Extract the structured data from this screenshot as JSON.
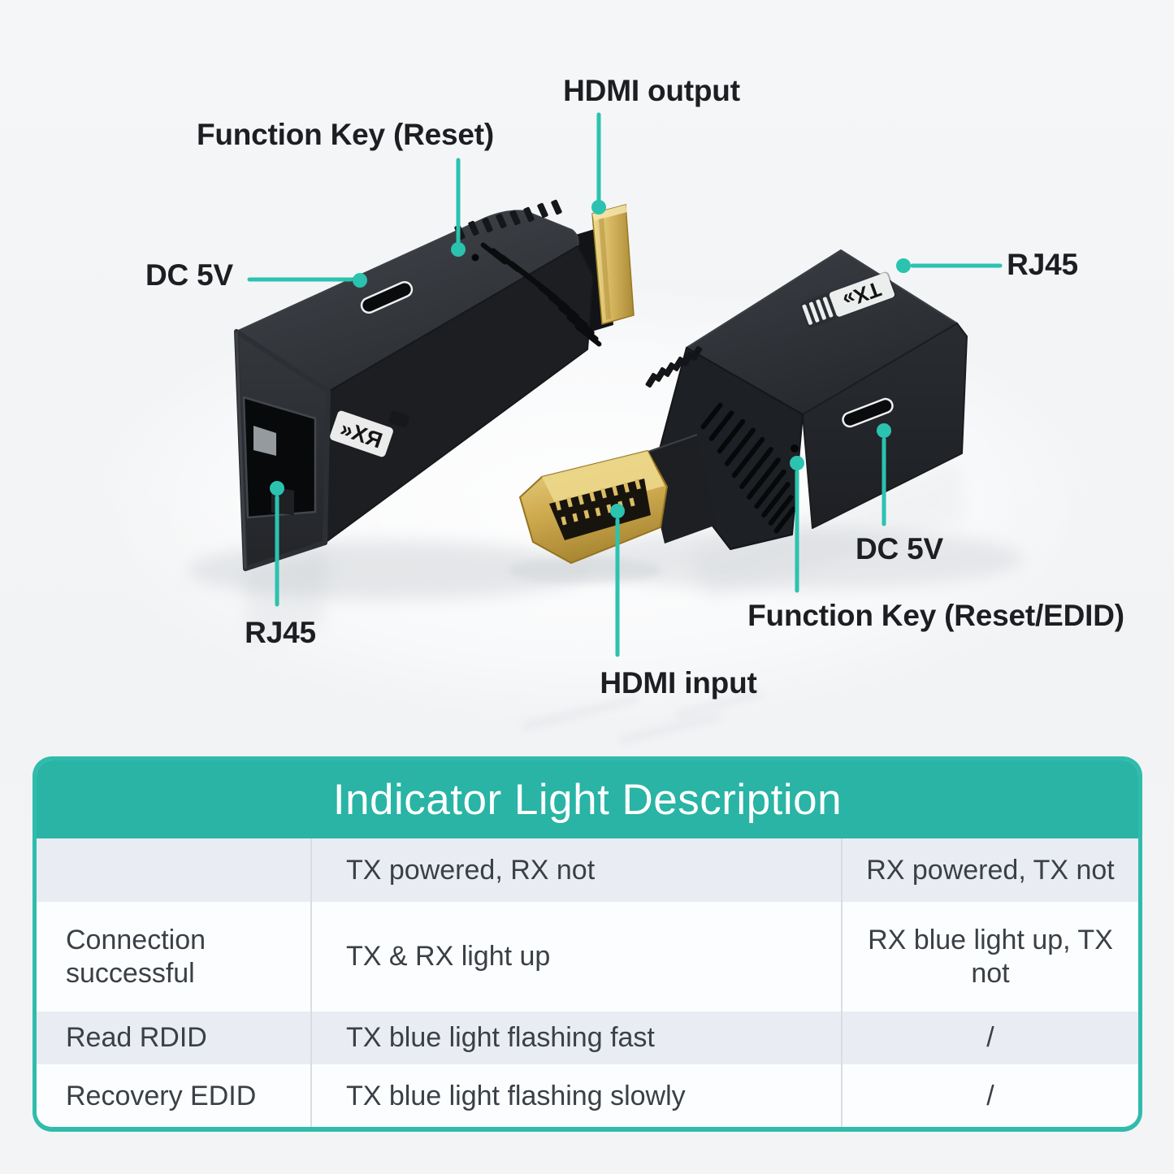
{
  "colors": {
    "accent_teal_header": "#29b4a5",
    "callout_teal": "#2cc2b0",
    "table_border_teal": "#2fbcac",
    "row_alt": "#e9edf3",
    "row_white": "#fcfdfe",
    "cell_text": "#3a4046",
    "label_text": "#1c1e21",
    "hdmi_gold": "#d4b35a"
  },
  "callouts": {
    "hdmi_output": "HDMI output",
    "function_key_reset": "Function Key (Reset)",
    "dc_5v_left": "DC 5V",
    "rj45_right": "RJ45",
    "rj45_left": "RJ45",
    "dc_5v_right": "DC 5V",
    "function_key_reset_edid": "Function Key (Reset/EDID)",
    "hdmi_input": "HDMI input"
  },
  "devices": {
    "rx_badge": "RX«",
    "tx_badge": "TX»"
  },
  "table": {
    "title": "Indicator Light Description",
    "rows": [
      [
        "",
        "TX powered, RX not",
        "RX powered, TX not"
      ],
      [
        "Connection successful",
        "TX & RX light up",
        "RX blue light up, TX not"
      ],
      [
        "Read RDID",
        "TX blue light flashing fast",
        "/"
      ],
      [
        "Recovery EDID",
        "TX blue light flashing slowly",
        "/"
      ]
    ]
  }
}
